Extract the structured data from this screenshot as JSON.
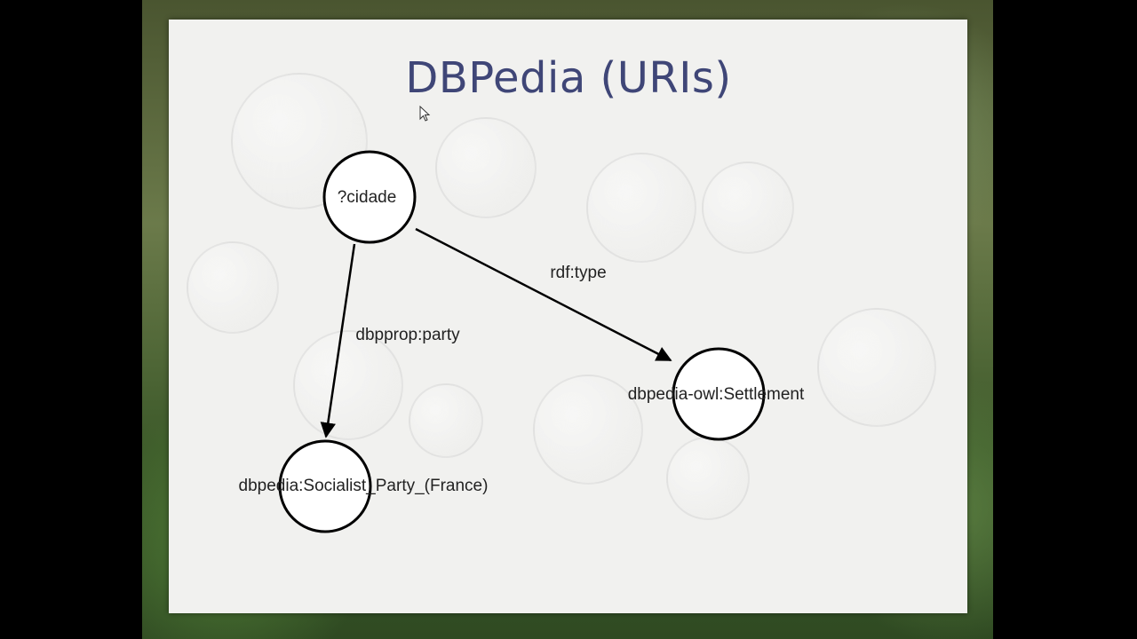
{
  "slide": {
    "title": "DBPedia (URIs)"
  },
  "diagram": {
    "nodes": [
      {
        "id": "cidade",
        "label": "?cidade"
      },
      {
        "id": "settlement",
        "label": "dbpedia-owl:Settlement"
      },
      {
        "id": "party",
        "label": "dbpedia:Socialist_Party_(France)"
      }
    ],
    "edges": [
      {
        "from": "cidade",
        "to": "settlement",
        "label": "rdf:type"
      },
      {
        "from": "cidade",
        "to": "party",
        "label": "dbpprop:party"
      }
    ]
  },
  "colors": {
    "title": "#3f4677",
    "slide_background": "#f1f1ef",
    "node_stroke": "#000000",
    "edge_stroke": "#000000"
  }
}
